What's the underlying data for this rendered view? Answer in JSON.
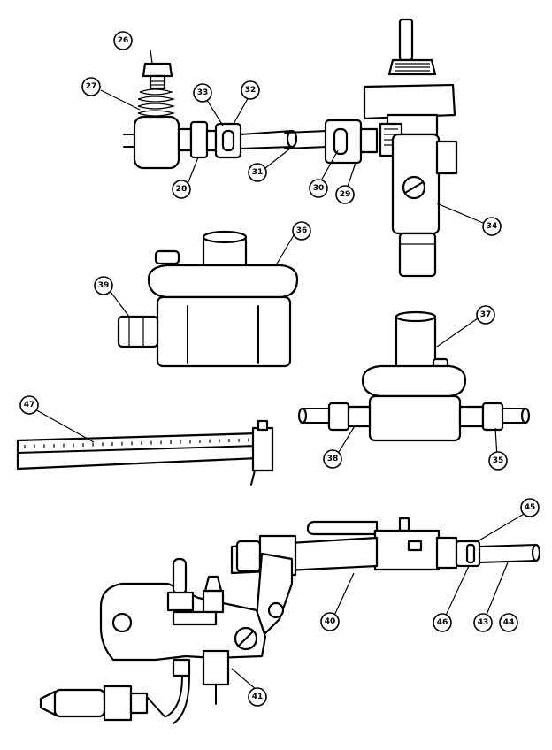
{
  "callouts": [
    {
      "id": "c26",
      "label": "26"
    },
    {
      "id": "c27",
      "label": "27"
    },
    {
      "id": "c28",
      "label": "28"
    },
    {
      "id": "c33",
      "label": "33"
    },
    {
      "id": "c32",
      "label": "32"
    },
    {
      "id": "c31",
      "label": "31"
    },
    {
      "id": "c30",
      "label": "30"
    },
    {
      "id": "c29",
      "label": "29"
    },
    {
      "id": "c34",
      "label": "34"
    },
    {
      "id": "c36",
      "label": "36"
    },
    {
      "id": "c39",
      "label": "39"
    },
    {
      "id": "c37",
      "label": "37"
    },
    {
      "id": "c47",
      "label": "47"
    },
    {
      "id": "c38",
      "label": "38"
    },
    {
      "id": "c35",
      "label": "35"
    },
    {
      "id": "c45",
      "label": "45"
    },
    {
      "id": "c40",
      "label": "40"
    },
    {
      "id": "c46",
      "label": "46"
    },
    {
      "id": "c43",
      "label": "43"
    },
    {
      "id": "c44",
      "label": "44"
    },
    {
      "id": "c41",
      "label": "41"
    }
  ]
}
